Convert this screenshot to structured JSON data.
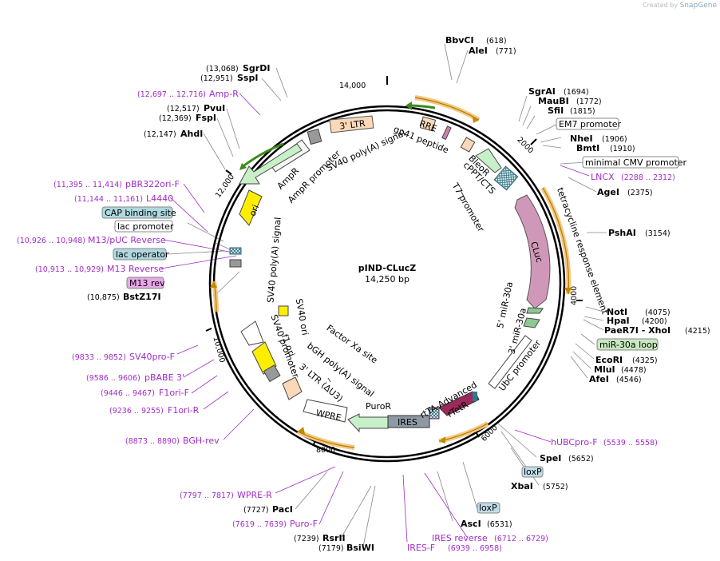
{
  "credit": {
    "prefix": "Created by",
    "brand": "SnapGene"
  },
  "plasmid": {
    "name": "pIND-CLucZ",
    "size": "14,250 bp"
  },
  "ticks": [
    "14,000",
    "2000",
    "4000",
    "6000",
    "8000",
    "10,000",
    "12,000"
  ],
  "sites": [
    {
      "name": "BbvCI",
      "pos": "(618)"
    },
    {
      "name": "AleI",
      "pos": "(771)"
    },
    {
      "name": "SgrAI",
      "pos": "(1694)"
    },
    {
      "name": "MauBI",
      "pos": "(1772)"
    },
    {
      "name": "SfiI",
      "pos": "(1815)"
    },
    {
      "name": "NheI",
      "pos": "(1906)"
    },
    {
      "name": "BmtI",
      "pos": "(1910)"
    },
    {
      "name": "AgeI",
      "pos": "(2375)"
    },
    {
      "name": "PshAI",
      "pos": "(3154)"
    },
    {
      "name": "NotI",
      "pos": "(4075)"
    },
    {
      "name": "HpaI",
      "pos": "(4200)"
    },
    {
      "name": "PaeR7I - XhoI",
      "pos": "(4215)"
    },
    {
      "name": "EcoRI",
      "pos": "(4325)"
    },
    {
      "name": "MluI",
      "pos": "(4478)"
    },
    {
      "name": "AfeI",
      "pos": "(4546)"
    },
    {
      "name": "SpeI",
      "pos": "(5652)"
    },
    {
      "name": "XbaI",
      "pos": "(5752)"
    },
    {
      "name": "AscI",
      "pos": "(6531)"
    },
    {
      "name": "BsiWI",
      "pos": "(7179)"
    },
    {
      "name": "RsrII",
      "pos": "(7239)"
    },
    {
      "name": "PacI",
      "pos": "(7727)"
    },
    {
      "name": "BstZ17I",
      "pos": "(10,875)"
    },
    {
      "name": "AhdI",
      "pos": "(12,147)"
    },
    {
      "name": "FspI",
      "pos": "(12,369)"
    },
    {
      "name": "PvuI",
      "pos": "(12,517)"
    },
    {
      "name": "SspI",
      "pos": "(12,951)"
    },
    {
      "name": "SgrDI",
      "pos": "(13,068)"
    }
  ],
  "primers": [
    {
      "name": "Amp-R",
      "pos": "(12,697 .. 12,716)"
    },
    {
      "name": "LNCX",
      "pos": "(2288 .. 2312)"
    },
    {
      "name": "hUBCpro-F",
      "pos": "(5539 .. 5558)"
    },
    {
      "name": "IRES reverse",
      "pos": "(6712 .. 6729)"
    },
    {
      "name": "IRES-F",
      "pos": "(6939 .. 6958)"
    },
    {
      "name": "Puro-F",
      "pos": "(7619 .. 7639)"
    },
    {
      "name": "WPRE-R",
      "pos": "(7797 .. 7817)"
    },
    {
      "name": "BGH-rev",
      "pos": "(8873 .. 8890)"
    },
    {
      "name": "F1ori-R",
      "pos": "(9236 .. 9255)"
    },
    {
      "name": "F1ori-F",
      "pos": "(9446 .. 9467)"
    },
    {
      "name": "pBABE 3'",
      "pos": "(9586 .. 9606)"
    },
    {
      "name": "SV40pro-F",
      "pos": "(9833 .. 9852)"
    },
    {
      "name": "M13 Reverse",
      "pos": "(10,913 .. 10,929)"
    },
    {
      "name": "M13/pUC Reverse",
      "pos": "(10,926 .. 10,948)"
    },
    {
      "name": "L4440",
      "pos": "(11,144 .. 11,161)"
    },
    {
      "name": "pBR322ori-F",
      "pos": "(11,395 .. 11,414)"
    }
  ],
  "boxed": [
    {
      "name": "EM7 promoter"
    },
    {
      "name": "minimal CMV promoter"
    },
    {
      "name": "miR-30a loop"
    },
    {
      "name": "loxP"
    },
    {
      "name": "loxP"
    },
    {
      "name": "CAP binding site"
    },
    {
      "name": "lac promoter"
    },
    {
      "name": "lac operator"
    },
    {
      "name": "M13 rev"
    }
  ],
  "features": [
    "RRE",
    "gp41 peptide",
    "BleoR",
    "cPPT/CTS",
    "T7 promoter",
    "tetracycline response element",
    "CLuc",
    "5' miR-30a",
    "3' miR-30a",
    "UbC promoter",
    "rTetR",
    "rtTA-Advanced",
    "IRES",
    "PuroR",
    "WPRE",
    "3' LTR (ΔU3)",
    "bGH poly(A) signal",
    "Factor Xa site",
    "f1 ori",
    "SV40 promoter",
    "SV40 ori",
    "SV40 poly(A) signal",
    "ori",
    "AmpR",
    "AmpR promoter",
    "3' LTR",
    "SV40 poly(A) signal"
  ]
}
